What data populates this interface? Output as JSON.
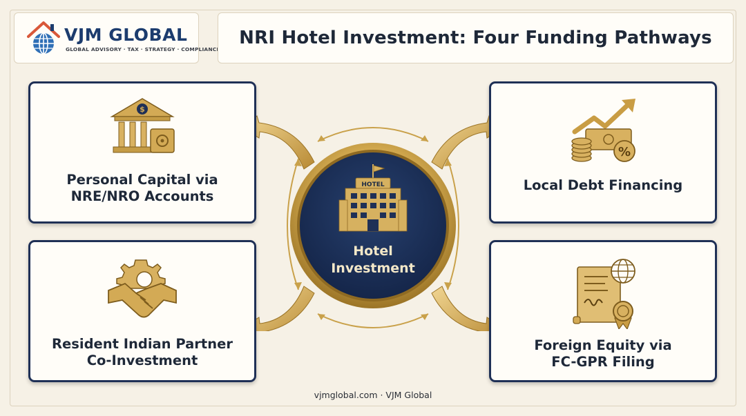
{
  "brand": {
    "name": "VJM GLOBAL",
    "tagline": "GLOBAL ADVISORY · TAX · STRATEGY · COMPLIANCE"
  },
  "title": "NRI Hotel Investment: Four Funding Pathways",
  "hub": {
    "sign": "HOTEL",
    "label_line1": "Hotel",
    "label_line2": "Investment"
  },
  "pathways": [
    {
      "line1": "Personal Capital via",
      "line2": "NRE/NRO Accounts",
      "icon": "bank-icon"
    },
    {
      "line1": "Local Debt Financing",
      "line2": "",
      "icon": "money-growth-icon"
    },
    {
      "line1": "Resident Indian Partner",
      "line2": "Co-Investment",
      "icon": "handshake-gear-icon"
    },
    {
      "line1": "Foreign Equity via",
      "line2": "FC-GPR Filing",
      "icon": "certificate-globe-icon"
    }
  ],
  "footer": "vjmglobal.com · VJM Global",
  "colors": {
    "navy": "#1f3056",
    "gold": "#c9a14a",
    "background": "#f6f1e6"
  }
}
